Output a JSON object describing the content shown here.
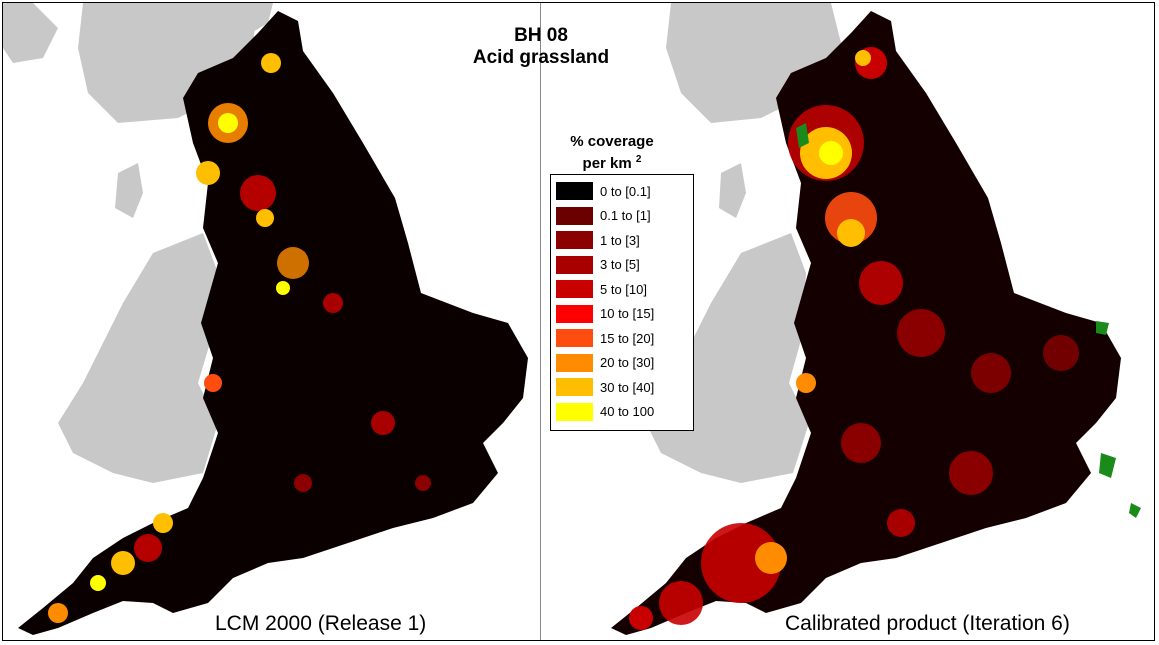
{
  "title": {
    "line1": "BH 08",
    "line2": "Acid grassland"
  },
  "legend": {
    "title_line1": "% coverage",
    "title_line2": "per km",
    "title_sup": "2",
    "classes": [
      {
        "label": "0 to [0.1]",
        "color": "#000000"
      },
      {
        "label": "0.1 to [1]",
        "color": "#6b0000"
      },
      {
        "label": "1 to [3]",
        "color": "#8b0000"
      },
      {
        "label": "3 to [5]",
        "color": "#a80000"
      },
      {
        "label": "5 to [10]",
        "color": "#c80000"
      },
      {
        "label": "10 to [15]",
        "color": "#ff0000"
      },
      {
        "label": "15 to [20]",
        "color": "#ff4d10"
      },
      {
        "label": "20 to [30]",
        "color": "#ff8c00"
      },
      {
        "label": "30 to [40]",
        "color": "#ffbf00"
      },
      {
        "label": "40 to 100",
        "color": "#ffff00"
      }
    ]
  },
  "maps": {
    "left_caption": "LCM 2000 (Release 1)",
    "right_caption": "Calibrated product (Iteration 6)"
  },
  "colors": {
    "land_background": "#c8c8c8",
    "no_data_green": "#1a8a1a"
  }
}
